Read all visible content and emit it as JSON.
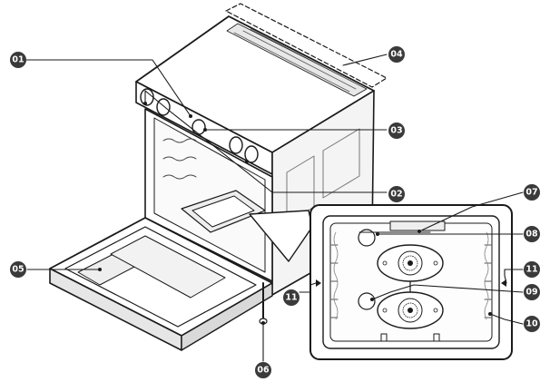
{
  "diagram": {
    "callouts": [
      {
        "id": "c01",
        "label": "01"
      },
      {
        "id": "c02",
        "label": "02"
      },
      {
        "id": "c03",
        "label": "03"
      },
      {
        "id": "c04",
        "label": "04"
      },
      {
        "id": "c05",
        "label": "05"
      },
      {
        "id": "c06",
        "label": "06"
      },
      {
        "id": "c07",
        "label": "07"
      },
      {
        "id": "c08",
        "label": "08"
      },
      {
        "id": "c09",
        "label": "09"
      },
      {
        "id": "c10",
        "label": "10"
      },
      {
        "id": "c11a",
        "label": "11"
      },
      {
        "id": "c11b",
        "label": "11"
      }
    ],
    "colors": {
      "line": "#1a1a1a",
      "badge": "#3a3a3a",
      "shade": "#d9d9d9",
      "light": "#eeeeee"
    }
  }
}
